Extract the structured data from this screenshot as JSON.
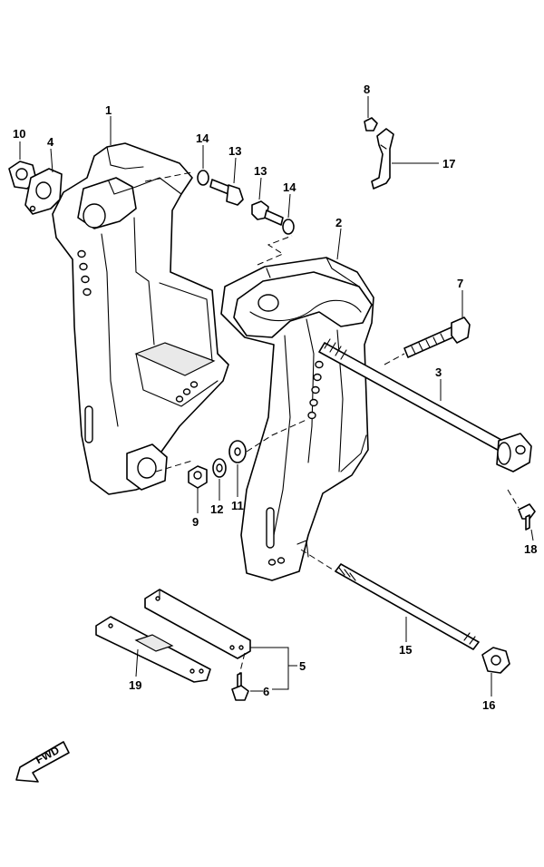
{
  "diagram": {
    "callouts": {
      "c1": "1",
      "c2": "2",
      "c3": "3",
      "c4": "4",
      "c5": "5",
      "c6": "6",
      "c7": "7",
      "c8": "8",
      "c9": "9",
      "c10": "10",
      "c11": "11",
      "c12": "12",
      "c13a": "13",
      "c13b": "13",
      "c14a": "14",
      "c14b": "14",
      "c15": "15",
      "c16": "16",
      "c17": "17",
      "c18": "18",
      "c19": "19"
    },
    "fwd_label": "FWD"
  }
}
